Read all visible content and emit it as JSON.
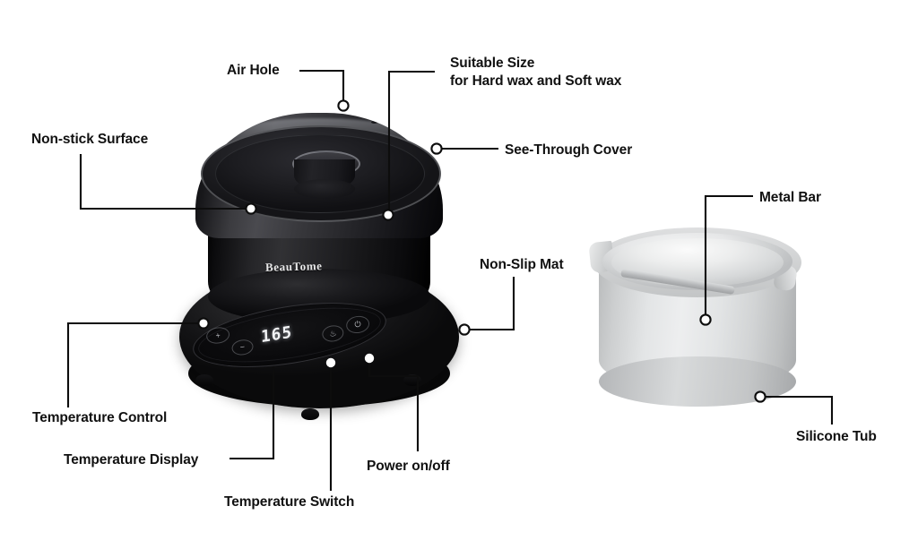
{
  "page": {
    "kind": "product-annotation-diagram",
    "background_color": "#ffffff",
    "label_color": "#111111",
    "leader_color": "#0d0d0d"
  },
  "products": [
    {
      "name": "wax-warmer",
      "brand": "BeauTome",
      "display_value": "165",
      "controls": {
        "plus_label": "+",
        "minus_label": "−",
        "switch_label": "♨",
        "power_label": "⏻"
      }
    },
    {
      "name": "silicone-tub",
      "color": "#e3e5e6"
    }
  ],
  "callouts": [
    {
      "id": "air-hole",
      "text": "Air Hole"
    },
    {
      "id": "suitable-size",
      "text": "Suitable Size\nfor Hard wax and Soft wax"
    },
    {
      "id": "non-stick",
      "text": "Non-stick Surface"
    },
    {
      "id": "see-through",
      "text": "See-Through Cover"
    },
    {
      "id": "non-slip-mat",
      "text": "Non-Slip Mat"
    },
    {
      "id": "metal-bar",
      "text": "Metal Bar"
    },
    {
      "id": "silicone-tub",
      "text": "Silicone Tub"
    },
    {
      "id": "temp-control",
      "text": "Temperature Control"
    },
    {
      "id": "temp-display",
      "text": "Temperature Display"
    },
    {
      "id": "temp-switch",
      "text": "Temperature Switch"
    },
    {
      "id": "power-onoff",
      "text": "Power on/off"
    }
  ]
}
